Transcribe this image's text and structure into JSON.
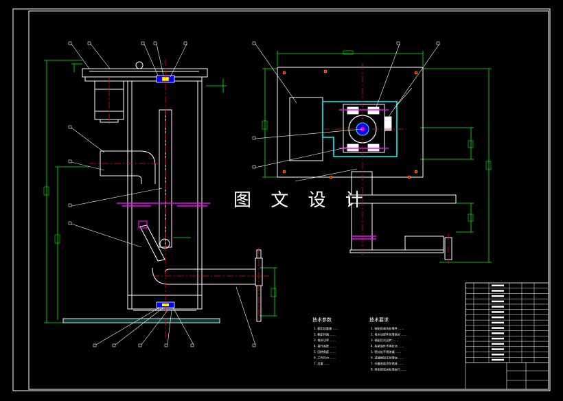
{
  "watermark": "图 文 设 计",
  "notes_left": {
    "title": "技术参数",
    "lines": [
      "1. 额定起重量 ……",
      "2. 额定转速 ……",
      "3. 电机功率 ……",
      "4. 提升高度 ……",
      "5. 回转角度 ……",
      "6. 工作压力 ……",
      "7. 总重 ……"
    ]
  },
  "notes_right": {
    "title": "技术要求",
    "lines": [
      "1. 装配前清洗各零件 ……",
      "2. 各运动部件润滑良好 ……",
      "3. 装配后试运转 ……",
      "4. 各紧固件不得松动 ……",
      "5. 密封处不得渗漏 ……",
      "6. 减速器加注润滑油 ……",
      "7. 外露表面涂防锈漆 ……",
      "8. 其余按有关标准执行 ……"
    ]
  },
  "colors": {
    "background": "#000000",
    "border": "#ffffff",
    "outline": "#ffffff",
    "dimension": "#00ff00",
    "centerline": "#ff0000",
    "section": "#ff00ff",
    "hatch": "#00ffff",
    "accent": "#ffff00",
    "interior": "#0000ff"
  }
}
